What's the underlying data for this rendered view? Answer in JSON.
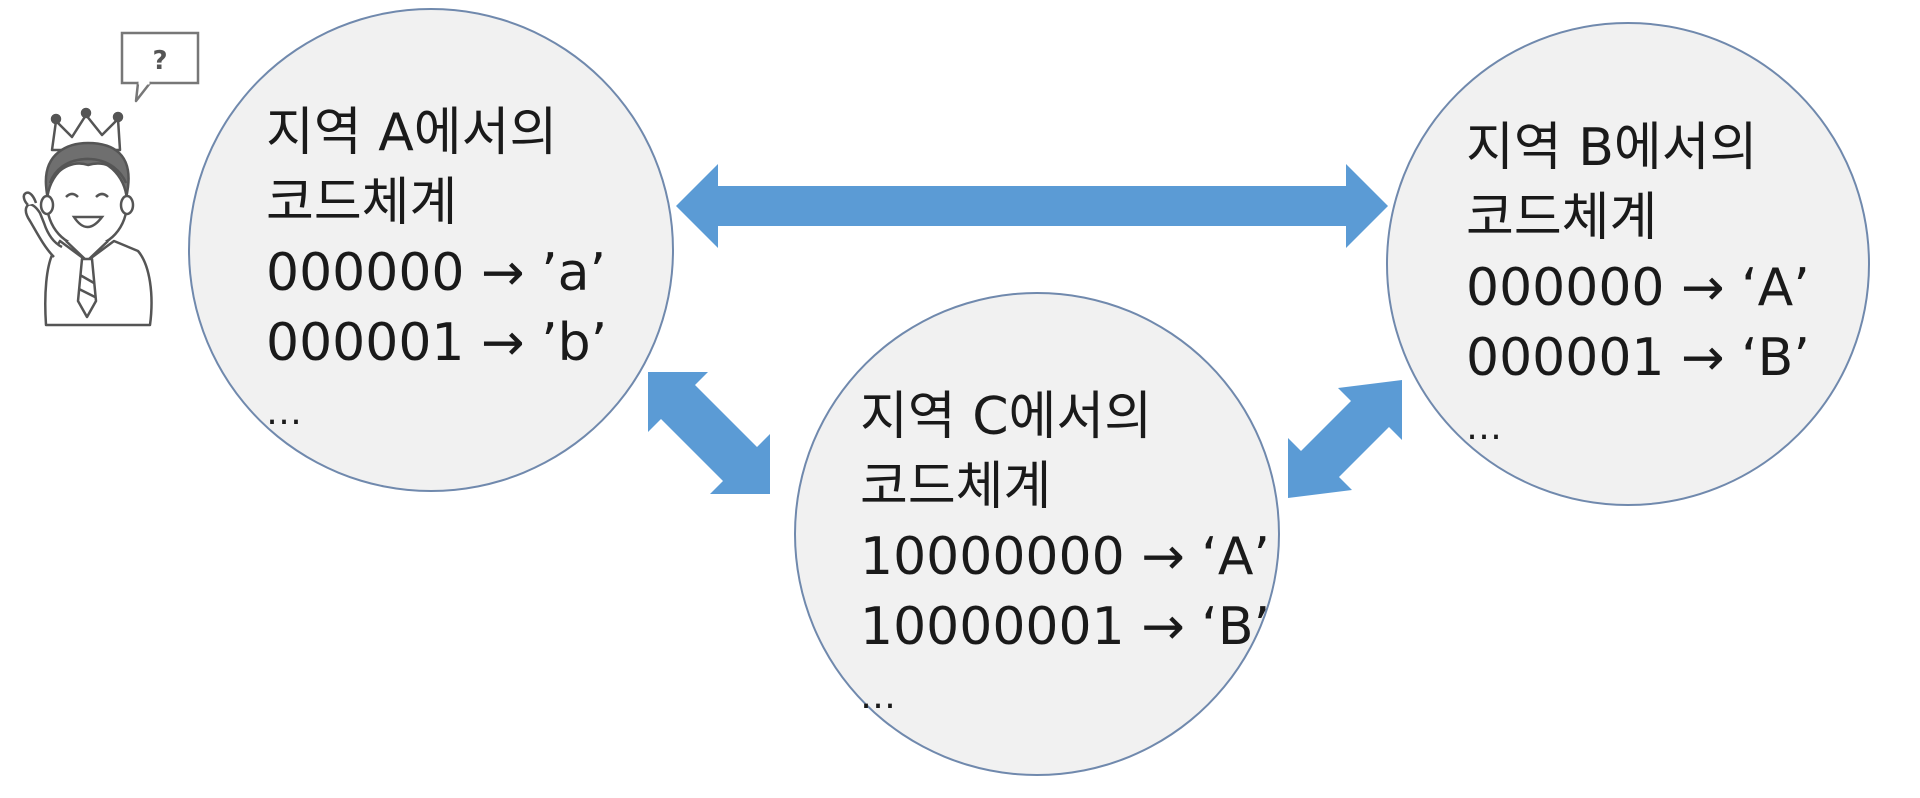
{
  "nodes": [
    {
      "id": "region-a",
      "title_line1": "지역 A에서의",
      "title_line2": "코드체계",
      "mapping1": "000000 → ’a’",
      "mapping2": "000001 → ’b’",
      "ellipsis": "…"
    },
    {
      "id": "region-b",
      "title_line1": "지역 B에서의",
      "title_line2": "코드체계",
      "mapping1": "000000 → ‘A’",
      "mapping2": "000001 → ‘B’",
      "ellipsis": "…"
    },
    {
      "id": "region-c",
      "title_line1": "지역 C에서의",
      "title_line2": "코드체계",
      "mapping1": "10000000 → ‘A’",
      "mapping2": "10000001 → ‘B’",
      "ellipsis": "…"
    }
  ],
  "character": {
    "speech_bubble_text": "?",
    "icon": "confused-king-cartoon-icon"
  },
  "edges": [
    {
      "from": "region-a",
      "to": "region-b",
      "style": "double-arrow"
    },
    {
      "from": "region-a",
      "to": "region-c",
      "style": "double-arrow"
    },
    {
      "from": "region-b",
      "to": "region-c",
      "style": "double-arrow"
    }
  ],
  "colors": {
    "arrow": "#5b9bd5",
    "circle_fill": "#f1f1f1",
    "circle_border": "#7089ad"
  }
}
